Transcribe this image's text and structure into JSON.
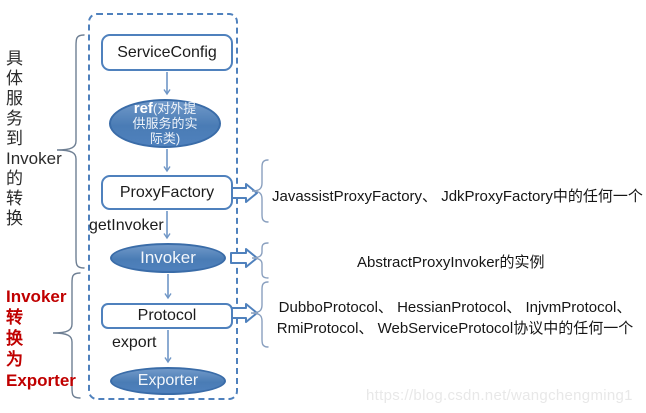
{
  "left_labels": {
    "top": {
      "lines": [
        "具",
        "体",
        "服",
        "务",
        "到",
        "Invoker",
        "的",
        "转",
        "换"
      ],
      "color": "#2b2b2b"
    },
    "bottom": {
      "lines": [
        "Invoker",
        "转",
        "换",
        "为",
        "Exporter"
      ],
      "color": "#c00000"
    }
  },
  "flow": {
    "service_config_label": "ServiceConfig",
    "ref_bold": "ref",
    "ref_rest": "(对外提供服务的实际类)",
    "proxy_factory_label": "ProxyFactory",
    "get_invoker_label": "getInvoker",
    "invoker_label": "Invoker",
    "protocol_label": "Protocol",
    "export_label": "export",
    "exporter_label": "Exporter"
  },
  "annotations": {
    "proxy_factory_options": "JavassistProxyFactory、 JdkProxyFactory中的任何一个",
    "invoker_instance": "AbstractProxyInvoker的实例",
    "protocol_options_line1": "DubboProtocol、 HessianProtocol、 InjvmProtocol、",
    "protocol_options_line2": "RmiProtocol、 WebServiceProtocol协议中的任何一个"
  },
  "watermark": "https://blog.csdn.net/wangchengming1",
  "colors": {
    "node_fill": "#4f81bd",
    "node_border": "#3a6ca8",
    "box_border": "#4f81bd",
    "dashed_border": "#4f81bd",
    "connector": "#6f96c6",
    "left_brace": "#6e7f93",
    "right_brace": "#8aa0bf",
    "red_label": "#c00000",
    "watermark_color": "#e8e8e8"
  }
}
